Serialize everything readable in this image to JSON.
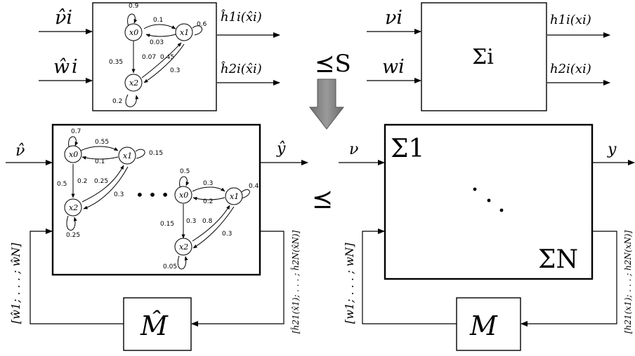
{
  "left_subsystem": {
    "inputs": [
      "ν̂i",
      "ŵi"
    ],
    "outputs": [
      "ĥ1i(x̂i)",
      "ĥ2i(x̂i)"
    ],
    "states": [
      "x0",
      "x1",
      "x2"
    ],
    "transition_labels": [
      "0.9",
      "0.1",
      "0.03",
      "0.6",
      "0.07",
      "0.45",
      "0.35",
      "0.3",
      "0.2"
    ]
  },
  "right_subsystem": {
    "inputs": [
      "νi",
      "wi"
    ],
    "outputs": [
      "h1i(xi)",
      "h2i(xi)"
    ],
    "block": "Σi"
  },
  "relations": {
    "top": "⪯S",
    "middle": "⪯"
  },
  "left_network": {
    "input": "ν̂",
    "output": "ŷ",
    "chain_a": {
      "states": [
        "x0",
        "x1",
        "x2"
      ],
      "transition_labels": [
        "0.7",
        "0.55",
        "0.1",
        "0.15",
        "0.5",
        "0.2",
        "0.25",
        "0.3",
        "0.25"
      ]
    },
    "dots": "• • •",
    "chain_b": {
      "states": [
        "x0",
        "x1",
        "x2"
      ],
      "transition_labels": [
        "0.5",
        "0.3",
        "0.2",
        "0.4",
        "0.15",
        "0.3",
        "0.8",
        "0.3",
        "0.05"
      ]
    },
    "feedback_left": "[ŵ1; . . . ; ŵN]",
    "feedback_right": "[ĥ21(x̂1); . . . ; ĥ2N(x̂N)]",
    "interconnect": "M̂"
  },
  "right_network": {
    "input": "ν",
    "output": "y",
    "first_block": "Σ1",
    "last_block": "ΣN",
    "feedback_left": "[w1; . . . ; wN]",
    "feedback_right": "[h21(x1); . . . ; h2N(xN)]",
    "interconnect": "M"
  }
}
